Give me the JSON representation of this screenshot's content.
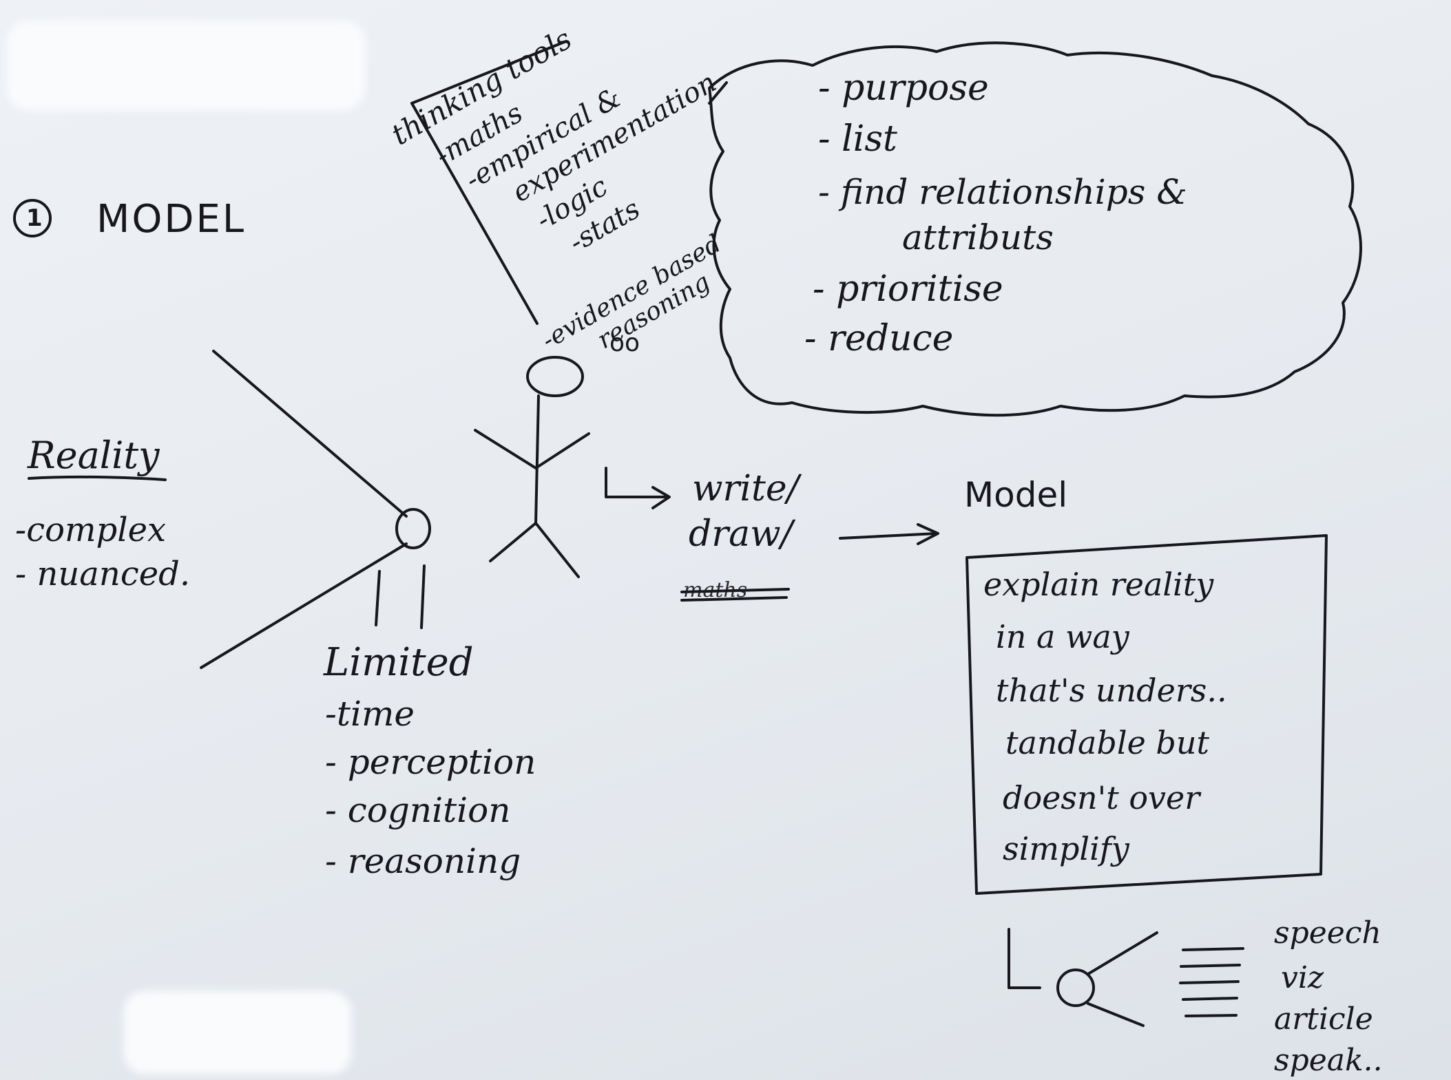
{
  "heading": {
    "number": "1",
    "title": "MODEL"
  },
  "thinking_tools": {
    "title": "thinking tools",
    "items": [
      "-maths",
      "-empirical &",
      "experimentation",
      "-logic",
      "-stats",
      "-evidence based",
      "reasoning"
    ],
    "trail": "oo"
  },
  "process": {
    "items": [
      "- purpose",
      "- list",
      "- find relationships &",
      "attributs",
      "- prioritise",
      "- reduce"
    ]
  },
  "reality": {
    "title": "Reality",
    "items": [
      "-complex",
      "- nuanced."
    ]
  },
  "limited": {
    "title": "Limited",
    "items": [
      "-time",
      "- perception",
      "- cognition",
      "- reasoning"
    ]
  },
  "output": {
    "write": "write/",
    "draw": "draw/",
    "struck": "maths"
  },
  "model": {
    "title": "Model",
    "box_lines": [
      "explain reality",
      "in a way",
      "that's unders..",
      "tandable but",
      "doesn't over",
      "simplify"
    ]
  },
  "channels": {
    "items": [
      "speech",
      "viz",
      "article",
      "speak.."
    ]
  },
  "colors": {
    "ink": "#17171d",
    "paper": "#e9ecf0"
  }
}
